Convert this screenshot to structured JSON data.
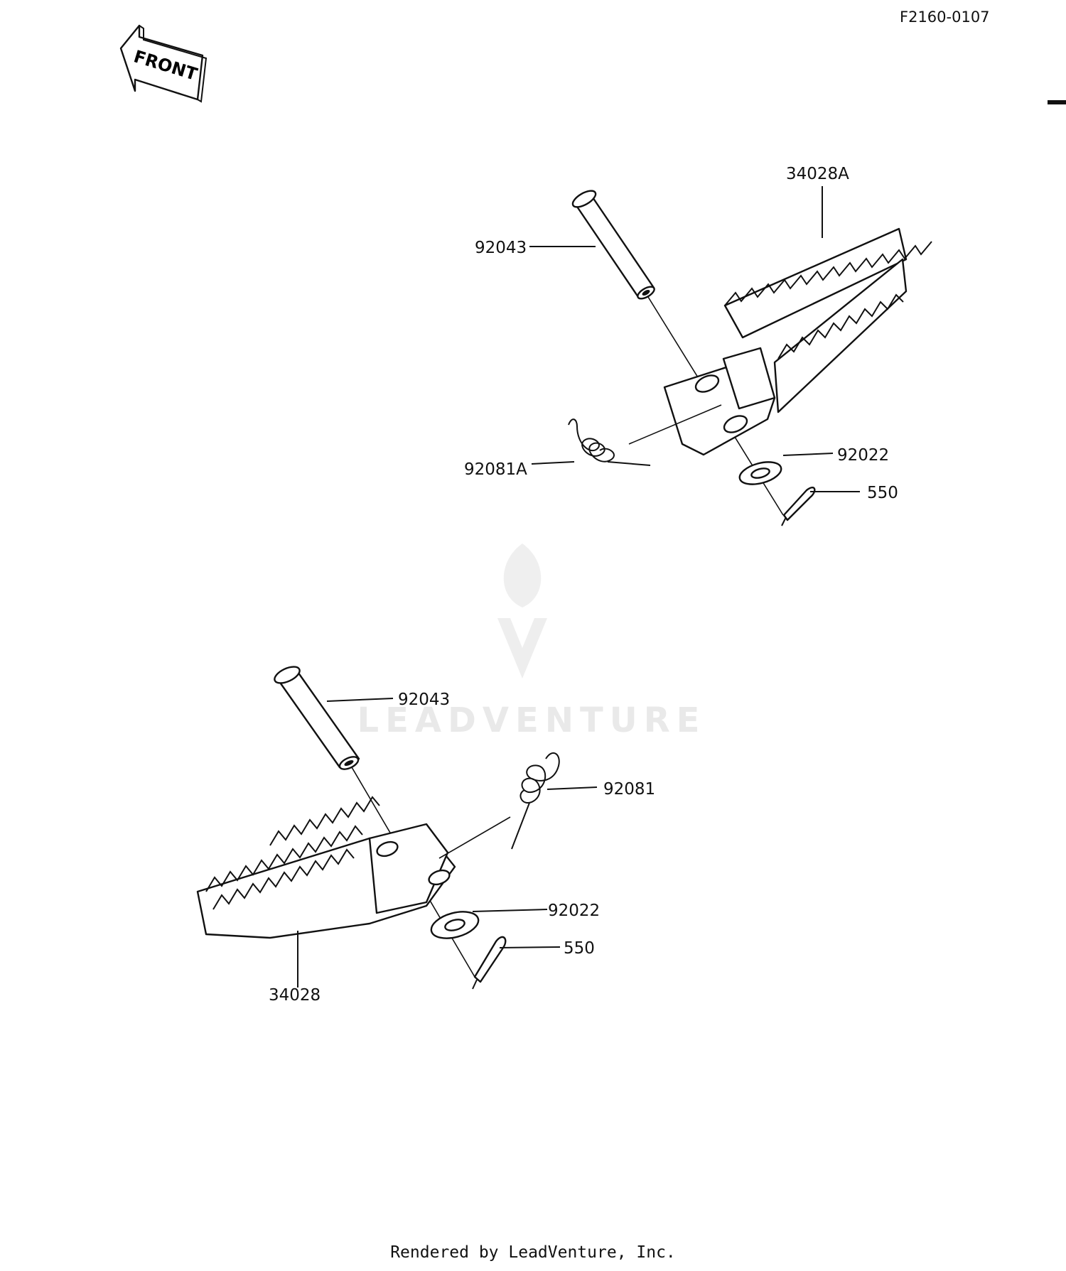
{
  "document_code": "F2160-0107",
  "front_arrow": {
    "label": "FRONT"
  },
  "watermark": {
    "brand": "LEADVENTURE"
  },
  "footer": {
    "text": "Rendered by LeadVenture, Inc."
  },
  "upper_assembly": {
    "footpeg_label": "34028A",
    "pin_label": "92043",
    "spring_label": "92081A",
    "washer_label": "92022",
    "cotter_pin_label": "550"
  },
  "lower_assembly": {
    "footpeg_label": "34028",
    "pin_label": "92043",
    "spring_label": "92081",
    "washer_label": "92022",
    "cotter_pin_label": "550"
  }
}
